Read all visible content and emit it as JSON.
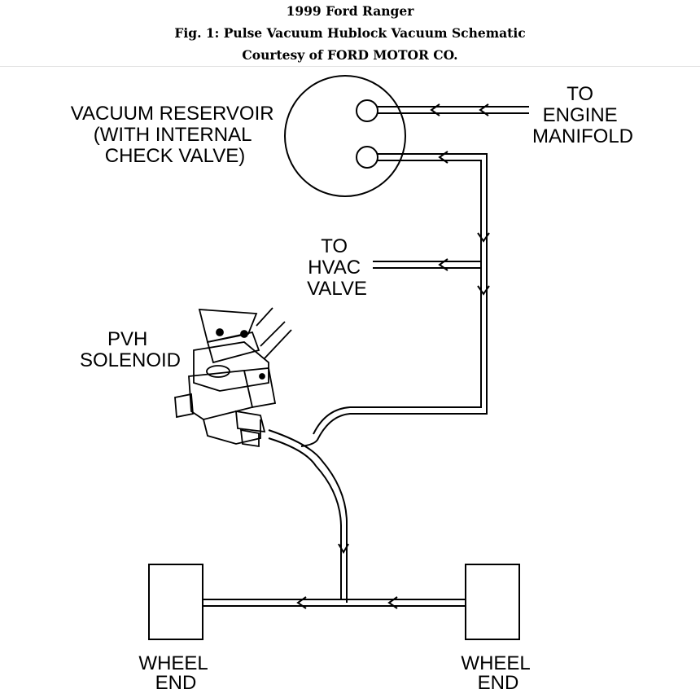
{
  "header": {
    "title": "1999 Ford Ranger",
    "figure": "Fig. 1: Pulse Vacuum Hublock Vacuum Schematic",
    "credit": "Courtesy of FORD MOTOR CO."
  },
  "labels": {
    "reservoir": [
      "VACUUM RESERVOIR",
      "(WITH INTERNAL",
      "CHECK VALVE)"
    ],
    "engine": [
      "TO",
      "ENGINE",
      "MANIFOLD"
    ],
    "hvac": [
      "TO",
      "HVAC",
      "VALVE"
    ],
    "solenoid": [
      "PVH",
      "SOLENOID"
    ],
    "wheel_left": [
      "WHEEL",
      "END"
    ],
    "wheel_right": [
      "WHEEL",
      "END"
    ]
  }
}
